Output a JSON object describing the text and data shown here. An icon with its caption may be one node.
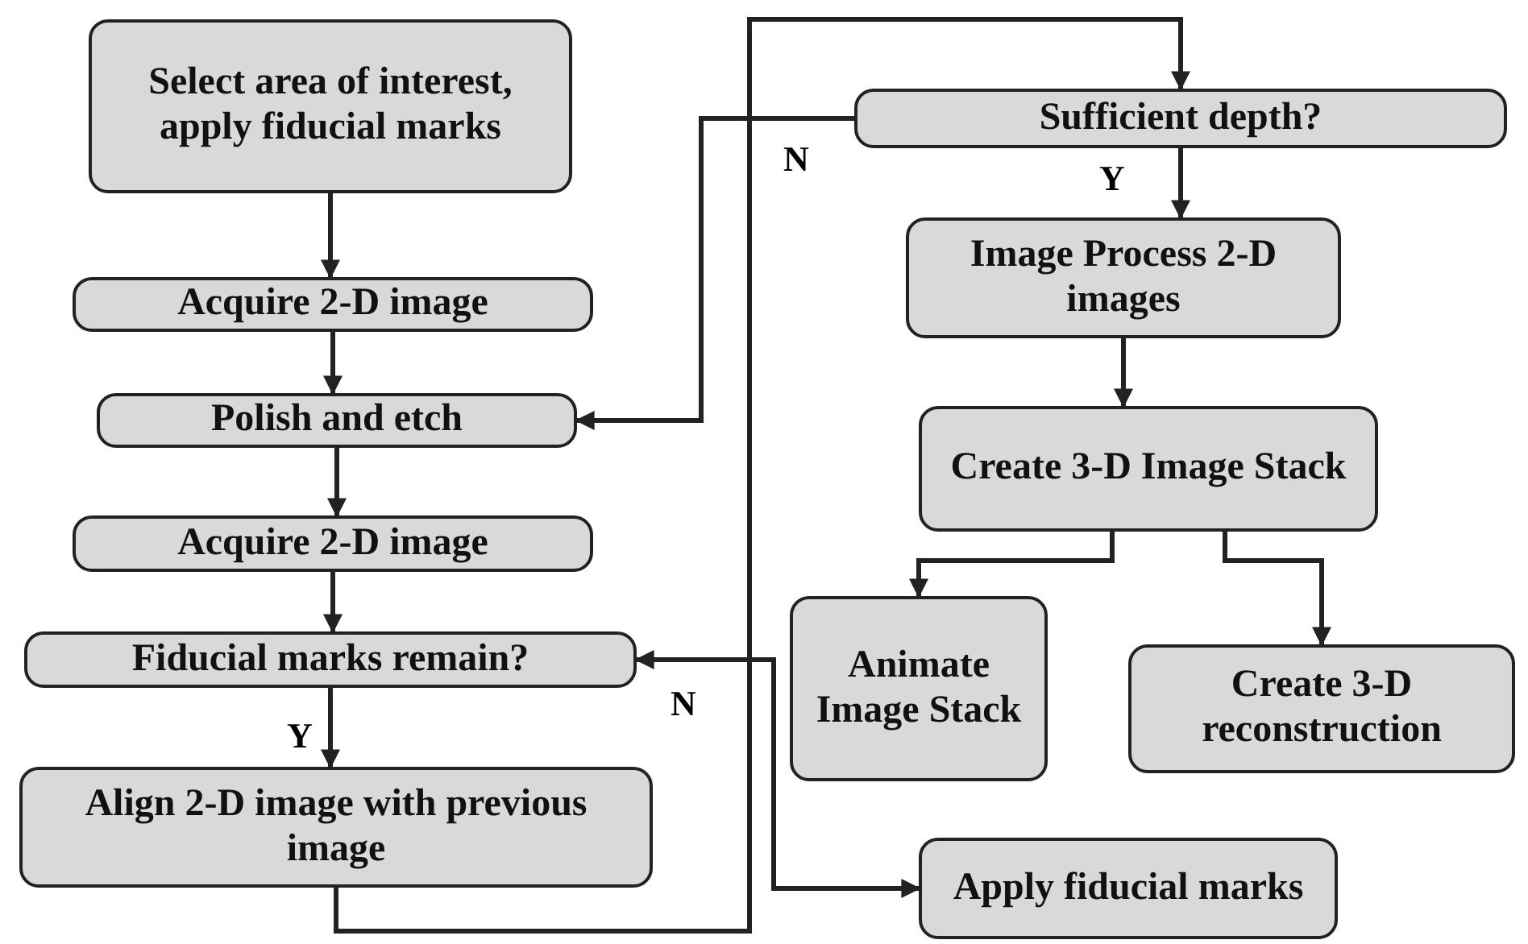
{
  "diagram": {
    "nodes": [
      {
        "text": [
          "Select area of interest, apply fiducial marks"
        ]
      },
      {
        "text": [
          "Acquire 2-D image"
        ]
      },
      {
        "text": [
          "Polish and etch"
        ]
      },
      {
        "text": [
          "Acquire 2-D image"
        ]
      },
      {
        "text": [
          "Fiducial marks remain?"
        ]
      },
      {
        "text": [
          "Align 2-D image with previous image"
        ]
      },
      {
        "text": [
          "Sufficient depth?"
        ]
      },
      {
        "text": [
          "Image Process 2-D images"
        ]
      },
      {
        "text": [
          "Create 3-D Image Stack"
        ]
      },
      {
        "text": [
          "Animate Image Stack"
        ]
      },
      {
        "text": [
          "Create 3-D reconstruction"
        ]
      },
      {
        "text": [
          "Apply fiducial marks"
        ]
      }
    ],
    "edges": [
      {
        "from": 0,
        "to": 1,
        "arrow": "to"
      },
      {
        "from": 1,
        "to": 2,
        "arrow": "to"
      },
      {
        "from": 2,
        "to": 3,
        "arrow": "to"
      },
      {
        "from": 3,
        "to": 4,
        "arrow": "to"
      },
      {
        "from": 4,
        "to": 5,
        "arrow": "to",
        "label": "Y"
      },
      {
        "from": 5,
        "to": 6,
        "arrow": "to"
      },
      {
        "from": 6,
        "to": 2,
        "arrow": "to",
        "label": "N"
      },
      {
        "from": 6,
        "to": 7,
        "arrow": "to",
        "label": "Y"
      },
      {
        "from": 7,
        "to": 8,
        "arrow": "to"
      },
      {
        "from": 8,
        "to": 9,
        "arrow": "to"
      },
      {
        "from": 8,
        "to": 10,
        "arrow": "to"
      },
      {
        "from": 4,
        "to": 11,
        "arrow": "both",
        "label": "N"
      }
    ]
  }
}
